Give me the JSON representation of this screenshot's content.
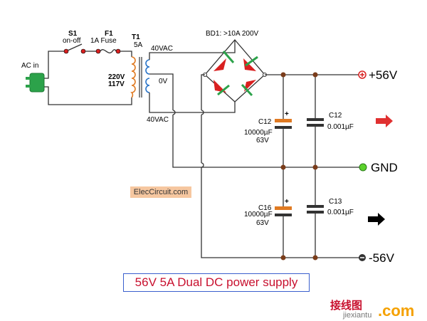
{
  "labels": {
    "ac_in": "AC in",
    "switch_name": "S1",
    "switch_desc": "on-off",
    "fuse_name": "F1",
    "fuse_desc": "1A Fuse",
    "transformer_name": "T1",
    "transformer_rating": "5A",
    "primary_v1": "220V",
    "primary_v2": "117V",
    "secondary_top": "40VAC",
    "secondary_mid": "0V",
    "secondary_bottom": "40VAC",
    "bridge": "BD1: >10A 200V",
    "c12_name": "C12",
    "c12_value": "10000µF",
    "c12_voltage": "63V",
    "c12b_name": "C12",
    "c12b_value": "0.001µF",
    "c16_name": "C16",
    "c16_value": "10000µF",
    "c16_voltage": "63V",
    "c13_name": "C13",
    "c13_value": "0.001µF",
    "plus_sign": "+",
    "minus_sign": "-"
  },
  "rails": {
    "positive": "+56V",
    "ground": "GND",
    "negative": "-56V"
  },
  "brand": "ElecCircuit.com",
  "title": "56V 5A Dual DC power supply",
  "watermark": {
    "cn": "接线图",
    "site": "jiexiantu",
    "com": ".com"
  },
  "colors": {
    "title_text": "#c8102e",
    "title_border": "#3a5fcd",
    "brand_bg": "#f6c7a0",
    "plug": "#2ca24a",
    "diode_red": "#d92020",
    "diode_green": "#2ca24a",
    "cap_electrolytic": "#e07a22",
    "gnd_terminal": "#5bd12c",
    "arrow_positive": "#e03030",
    "arrow_negative": "#000000"
  }
}
